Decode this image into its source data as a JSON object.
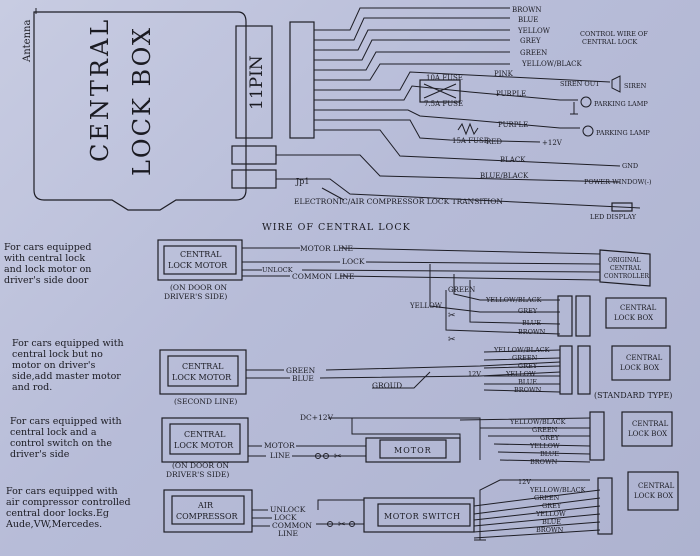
{
  "header": {
    "antenna": "Antenna",
    "box_line1": "CENTRAL",
    "box_line2": "LOCK BOX",
    "pin": "11PIN",
    "jp1": "Jp1",
    "transition": "ELECTRONIC/AIR COMPRESSOR LOCK TRANSITION",
    "led": "LED DISPLAY",
    "control_wire": [
      "CONTROL WIRE OF",
      "CENTRAL LOCK"
    ]
  },
  "wires_top": [
    {
      "label": "BROWN"
    },
    {
      "label": "BLUE"
    },
    {
      "label": "YELLOW"
    },
    {
      "label": "GREY"
    },
    {
      "label": "GREEN"
    },
    {
      "label": "YELLOW/BLACK"
    },
    {
      "label": "PINK"
    },
    {
      "label": "PURPLE"
    },
    {
      "label": "PURPLE"
    },
    {
      "label": "RED"
    },
    {
      "label": "BLACK"
    },
    {
      "label": "BLUE/BLACK"
    }
  ],
  "fuses": {
    "f1": "10A FUSE",
    "f2": "7.5A FUSE",
    "f3": "15A FUSE"
  },
  "outputs": {
    "siren_out": "SIREN OUT",
    "siren": "SIREN",
    "parking1": "PARKING LAMP",
    "parking2": "PARKING LAMP",
    "v12": "+12V",
    "gnd": "GND",
    "power_window": "POWER WINDOW(-)"
  },
  "section_title": "WIRE OF CENTRAL LOCK",
  "rows": [
    {
      "description": [
        "For cars equipped",
        "with central lock",
        "and lock motor on",
        "driver's side door"
      ],
      "left_box": [
        "CENTRAL",
        "LOCK MOTOR"
      ],
      "note": [
        "(ON DOOR ON",
        "DRIVER'S SIDE)"
      ],
      "lines": [
        "MOTOR LINE",
        "LOCK",
        "UNLOCK",
        "COMMON LINE"
      ],
      "mid": [
        "GREEN",
        "YELLOW"
      ],
      "right_top": [
        "ORIGINAL",
        "CENTRAL",
        "CONTROLLER"
      ],
      "wires": [
        "YELLOW/BLACK",
        "GREY",
        "BLUE",
        "BROWN"
      ],
      "right_box": [
        "CENTRAL",
        "LOCK BOX"
      ]
    },
    {
      "description": [
        "For cars equipped with",
        "central lock but no",
        "motor on driver's",
        "side,add master motor",
        "and rod."
      ],
      "left_box": [
        "CENTRAL",
        "LOCK MOTOR"
      ],
      "note": [
        "(SECOND LINE)"
      ],
      "lines": [
        "GREEN",
        "BLUE",
        "GROUD",
        "12V"
      ],
      "wires": [
        "YELLOW/BLACK",
        "GREEN",
        "GREY",
        "YELLOW",
        "BLUE",
        "BROWN"
      ],
      "right_box": [
        "CENTRAL",
        "LOCK BOX"
      ],
      "type": "(STANDARD TYPE)"
    },
    {
      "description": [
        "For cars equipped with",
        "central lock and a",
        "control switch on the",
        "driver's side"
      ],
      "left_box": [
        "CENTRAL",
        "LOCK MOTOR"
      ],
      "note": [
        "(ON DOOR ON",
        "DRIVER'S SIDE)"
      ],
      "lines": [
        "DC+12V",
        "MOTOR",
        "LINE"
      ],
      "mid_box": "MOTOR",
      "wires": [
        "YELLOW/BLACK",
        "GREEN",
        "GREY",
        "YELLOW",
        "BLUE",
        "BROWN"
      ],
      "right_box": [
        "CENTRAL",
        "LOCK BOX"
      ]
    },
    {
      "description": [
        "For cars equipped with",
        "air compressor controlled",
        "central door locks.Eg",
        "Aude,VW,Mercedes."
      ],
      "left_box": [
        "AIR",
        "COMPRESSOR"
      ],
      "lines": [
        "UNLOCK",
        "LOCK",
        "COMMON",
        "LINE"
      ],
      "mid_box": "MOTOR SWITCH",
      "wires": [
        "12V",
        "YELLOW/BLACK",
        "GREEN",
        "GREY",
        "YELLOW",
        "BLUE",
        "BROWN"
      ],
      "right_box": [
        "CENTRAL",
        "LOCK BOX"
      ]
    }
  ]
}
